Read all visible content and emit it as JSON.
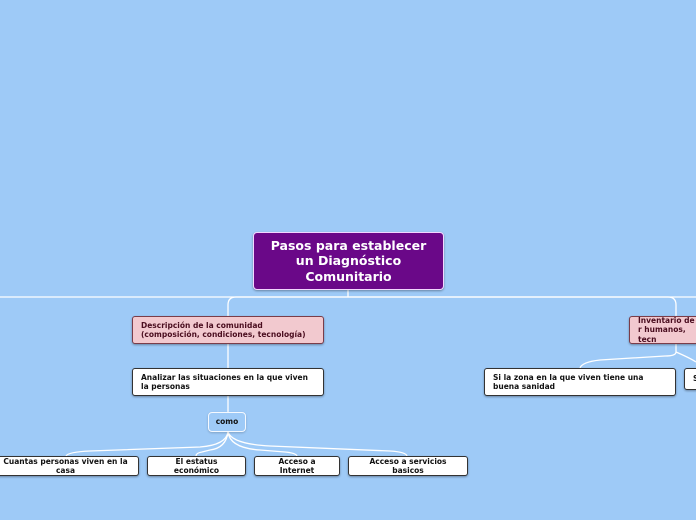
{
  "mindmap": {
    "root": "Pasos para establecer un Diagnóstico Comunitario",
    "branches": [
      {
        "label": "Descripción de la comunidad (composición, condiciones, tecnología)",
        "child": "Analizar las situaciones en la que viven la personas",
        "connector": "como",
        "leaves": [
          "Cuantas personas viven en la casa",
          "El estatus económico",
          "Acceso a Internet",
          "Acceso a servicios basicos"
        ]
      },
      {
        "label": "Inventario de r humanos, tecn",
        "children": [
          "Si la zona en la que viven tiene una buena sanidad",
          "S"
        ]
      }
    ]
  }
}
